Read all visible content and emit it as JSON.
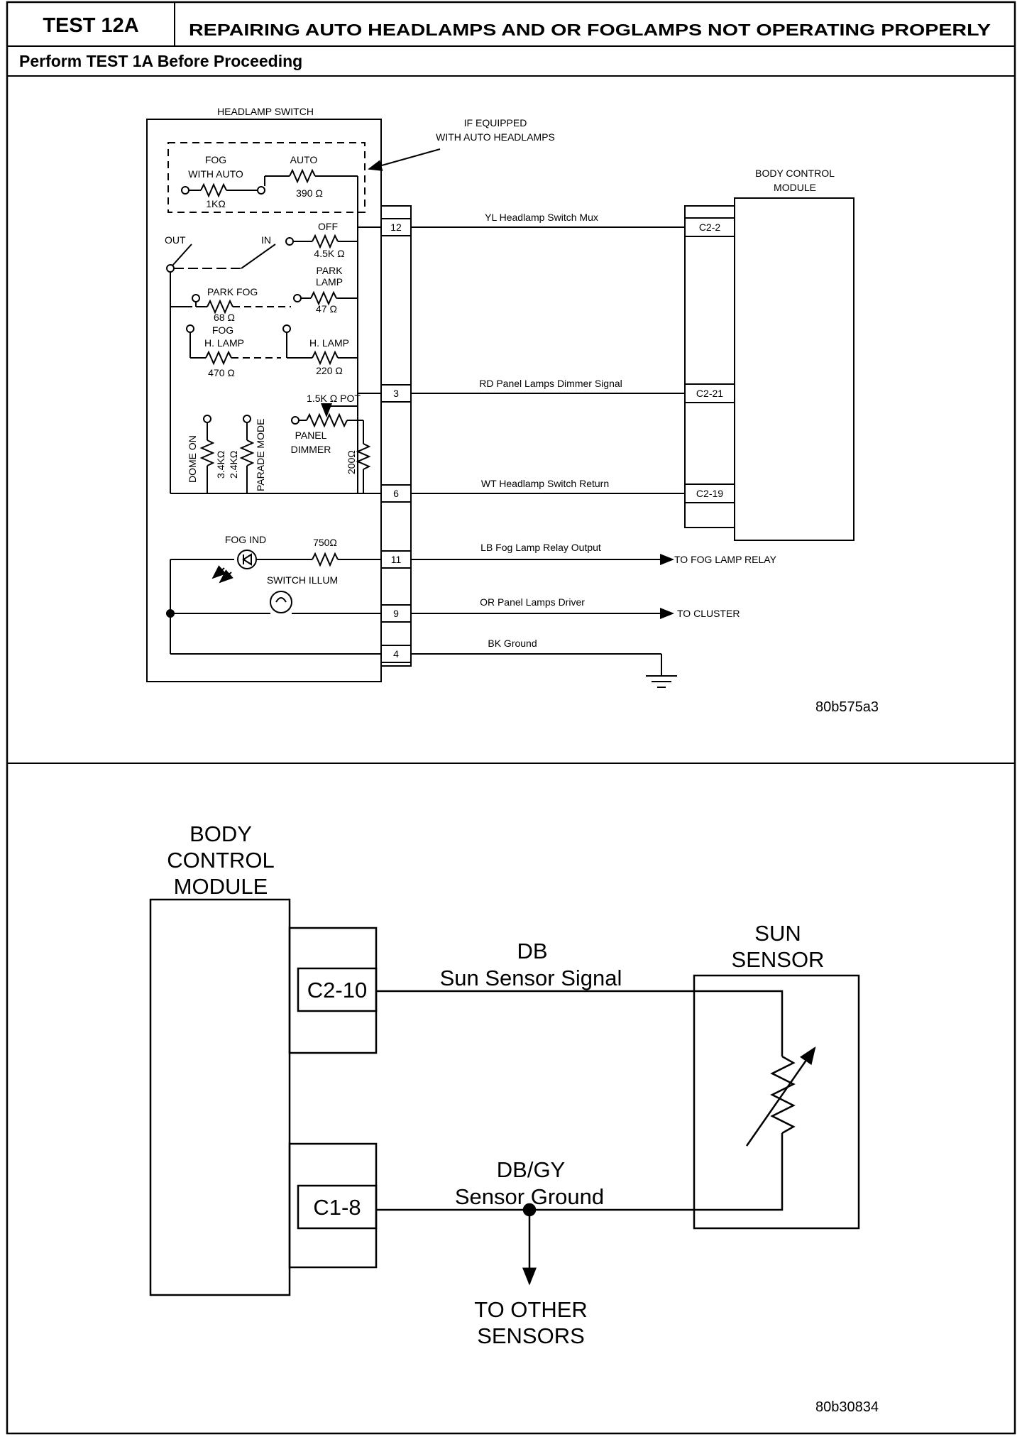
{
  "header": {
    "test_id": "TEST 12A",
    "title": "REPAIRING AUTO HEADLAMPS AND OR FOGLAMPS NOT OPERATING PROPERLY",
    "prerequisite": "Perform TEST 1A Before Proceeding"
  },
  "diagram1": {
    "switch_title": "HEADLAMP SWITCH",
    "note_line1": "IF EQUIPPED",
    "note_line2": "WITH AUTO HEADLAMPS",
    "bcm_line1": "BODY CONTROL",
    "bcm_line2": "MODULE",
    "fog_label": "FOG",
    "with_auto_label": "WITH AUTO",
    "fog_res": "1KΩ",
    "auto_label": "AUTO",
    "auto_res": "390 Ω",
    "out_label": "OUT",
    "in_label": "IN",
    "off_label": "OFF",
    "off_res": "4.5K Ω",
    "park_fog_label": "PARK FOG",
    "park_fog_res": "68 Ω",
    "park_label": "PARK",
    "lamp_label": "LAMP",
    "park_lamp_res": "47 Ω",
    "fog_hl_label": "FOG",
    "fog_hlamp_label": "H. LAMP",
    "fog_hlamp_res": "470 Ω",
    "hlamp_label": "H. LAMP",
    "hlamp_res": "220 Ω",
    "pot_label": "1.5K Ω POT",
    "panel_label": "PANEL",
    "dimmer_label": "DIMMER",
    "dome_on_label": "DOME ON",
    "dome_res": "3.4KΩ",
    "parade_res": "2.4KΩ",
    "parade_label": "PARADE MODE",
    "dimmer_res": "200Ω",
    "fog_ind_label": "FOG IND",
    "fog_ind_res": "750Ω",
    "switch_illum_label": "SWITCH ILLUM",
    "pins": [
      "12",
      "3",
      "6",
      "11",
      "9",
      "4"
    ],
    "bcm_pins": [
      "C2-2",
      "C2-21",
      "C2-19"
    ],
    "wires": [
      "YL Headlamp Switch Mux",
      "RD Panel Lamps Dimmer Signal",
      "WT Headlamp Switch Return",
      "LB Fog Lamp Relay Output",
      "OR Panel Lamps Driver",
      "BK Ground"
    ],
    "to_fog_relay": "TO FOG LAMP RELAY",
    "to_cluster": "TO CLUSTER",
    "figure_id": "80b575a3"
  },
  "diagram2": {
    "bcm_line1": "BODY",
    "bcm_line2": "CONTROL",
    "bcm_line3": "MODULE",
    "pin1": "C2-10",
    "pin2": "C1-8",
    "wire1_color": "DB",
    "wire1_name": "Sun Sensor Signal",
    "wire2_color": "DB/GY",
    "wire2_name": "Sensor Ground",
    "sensor_line1": "SUN",
    "sensor_line2": "SENSOR",
    "to_other_line1": "TO OTHER",
    "to_other_line2": "SENSORS",
    "figure_id": "80b30834"
  }
}
